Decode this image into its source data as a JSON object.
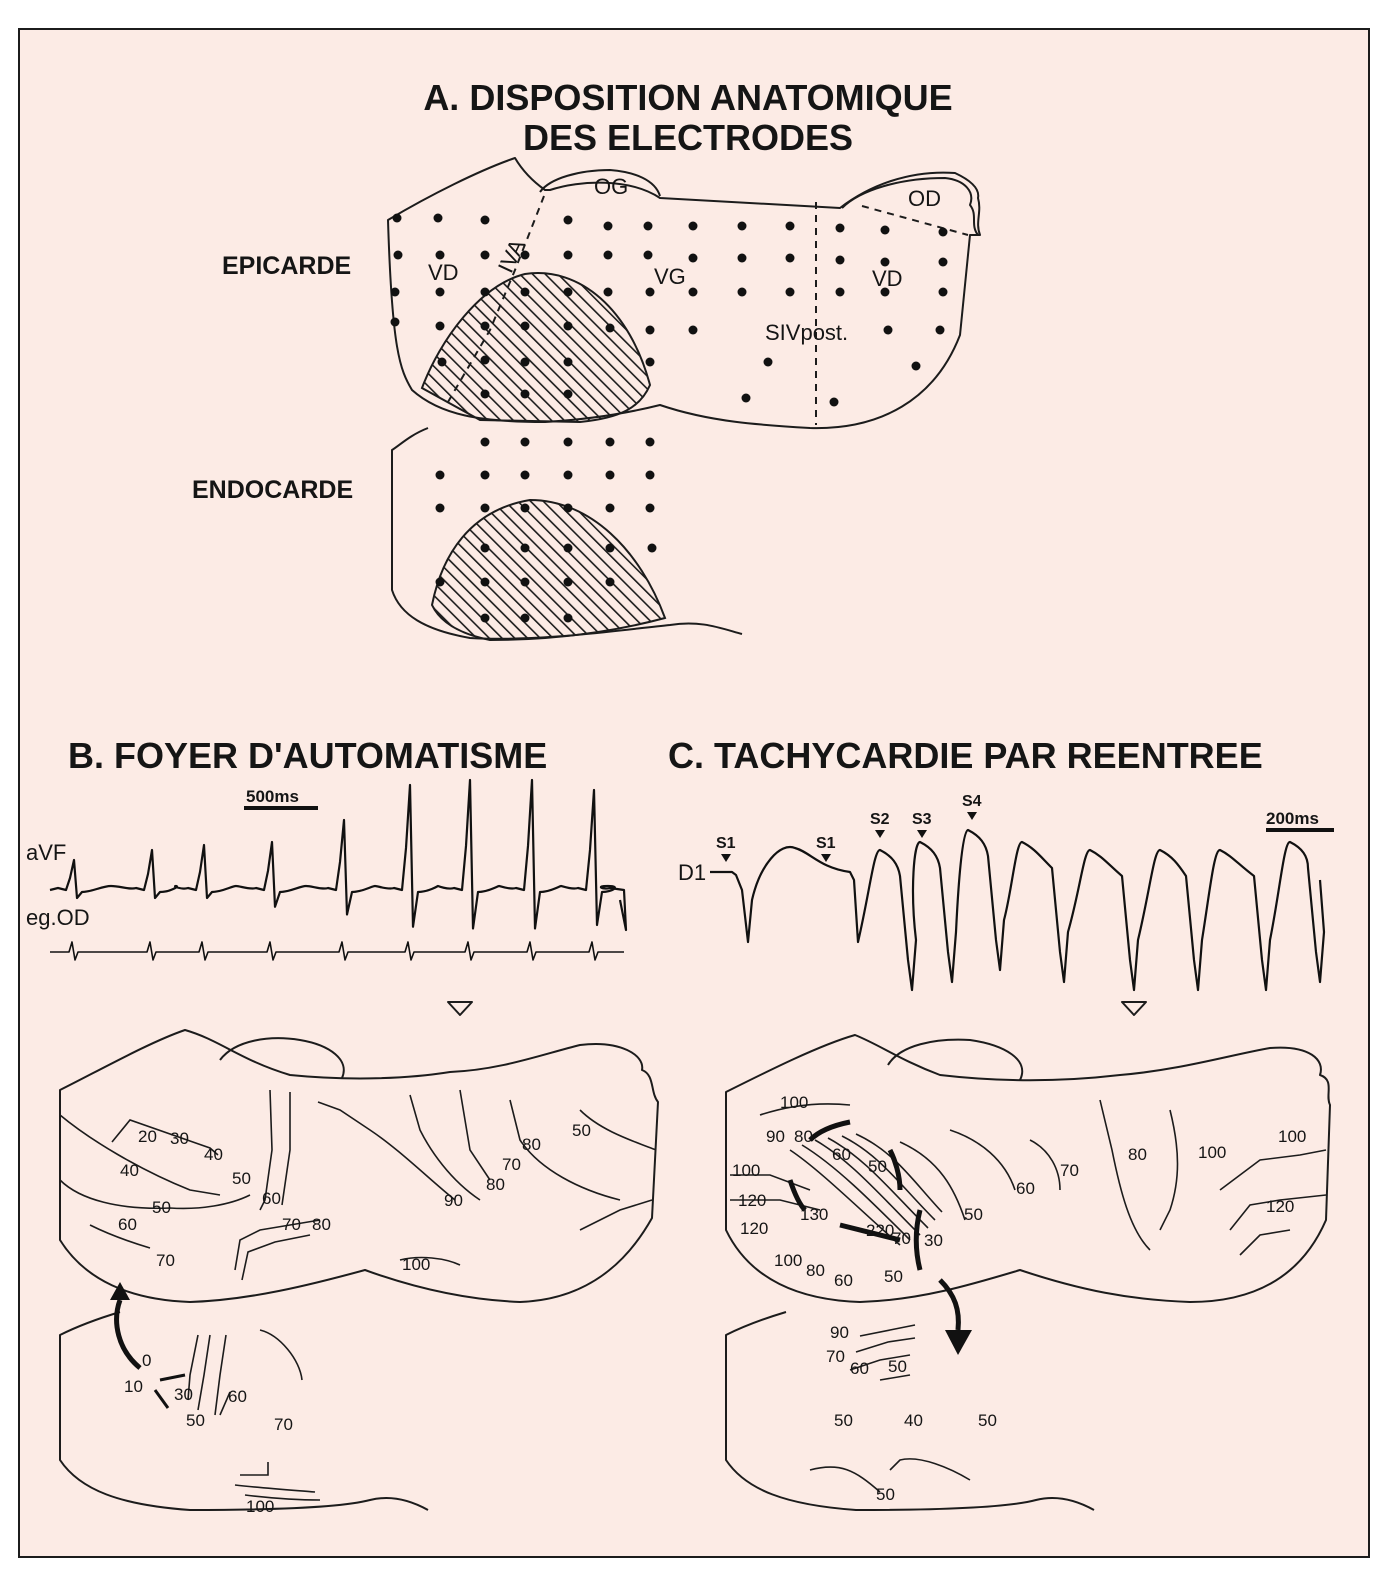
{
  "panel_a": {
    "title_line1": "A. DISPOSITION ANATOMIQUE",
    "title_line2": "DES ELECTRODES",
    "label_epicarde": "EPICARDE",
    "label_endocarde": "ENDOCARDE",
    "region_og": "OG",
    "region_od": "OD",
    "region_vd_left": "VD",
    "region_iva": "IVA",
    "region_vg": "VG",
    "region_vd_right": "VD",
    "region_siv": "SIVpost."
  },
  "panel_b": {
    "title": "B. FOYER D'AUTOMATISME",
    "scale": "500ms",
    "trace1": "aVF",
    "trace2": "eg.OD",
    "epi_isochrones": [
      "20",
      "30",
      "40",
      "40",
      "50",
      "50",
      "60",
      "60",
      "70",
      "70",
      "80",
      "90",
      "100",
      "80",
      "70",
      "80",
      "50"
    ],
    "endo_isochrones": [
      "0",
      "10",
      "30",
      "50",
      "60",
      "70",
      "100"
    ]
  },
  "panel_c": {
    "title": "C. TACHYCARDIE PAR REENTREE",
    "scale": "200ms",
    "trace": "D1",
    "stimuli": [
      "S1",
      "S1",
      "S2",
      "S3",
      "S4"
    ],
    "epi_isochrones": [
      "100",
      "90",
      "80",
      "60",
      "50",
      "100",
      "120",
      "120",
      "130",
      "220",
      "70",
      "30",
      "50",
      "100",
      "80",
      "60",
      "50",
      "60",
      "70",
      "80",
      "100",
      "100",
      "120"
    ],
    "endo_isochrones": [
      "90",
      "70",
      "60",
      "50",
      "50",
      "40",
      "50",
      "50"
    ]
  },
  "colors": {
    "background": "#fcebe5",
    "ink": "#1c1c1c"
  }
}
